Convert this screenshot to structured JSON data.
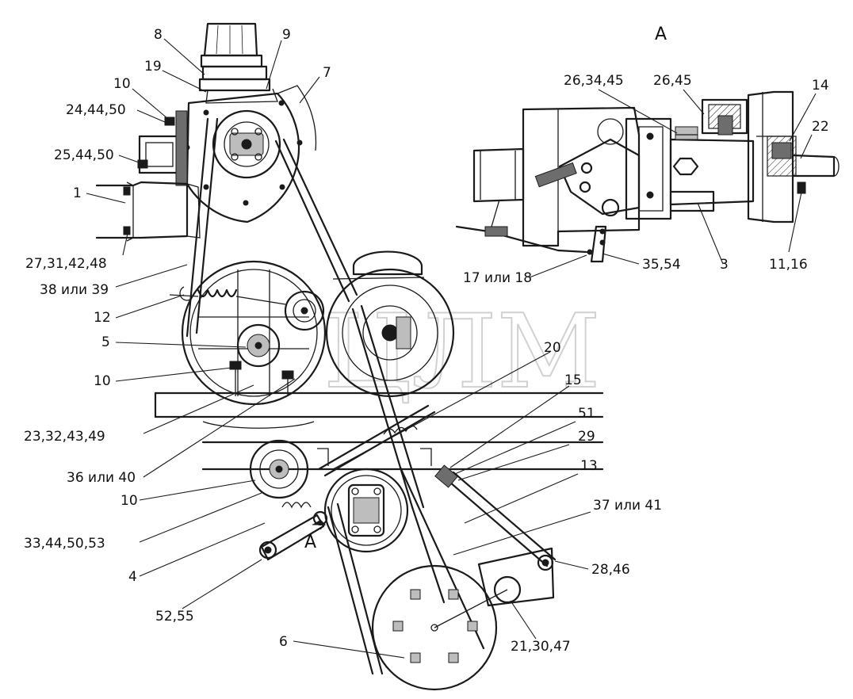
{
  "view_label": "А",
  "section_marker": "А",
  "watermark": "ЦЛМ",
  "callouts": [
    {
      "id": "c-8",
      "text": "8"
    },
    {
      "id": "c-9",
      "text": "9"
    },
    {
      "id": "c-19",
      "text": "19"
    },
    {
      "id": "c-10a",
      "text": "10"
    },
    {
      "id": "c-7",
      "text": "7"
    },
    {
      "id": "c-24-44-50",
      "text": "24,44,50"
    },
    {
      "id": "c-25-44-50",
      "text": "25,44,50"
    },
    {
      "id": "c-1",
      "text": "1"
    },
    {
      "id": "c-27-31-42-48",
      "text": "27,31,42,48"
    },
    {
      "id": "c-38-39",
      "text": "38 или 39"
    },
    {
      "id": "c-12",
      "text": "12"
    },
    {
      "id": "c-5",
      "text": "5"
    },
    {
      "id": "c-10b",
      "text": "10"
    },
    {
      "id": "c-20",
      "text": "20"
    },
    {
      "id": "c-15",
      "text": "15"
    },
    {
      "id": "c-23-32-43-49",
      "text": "23,32,43,49"
    },
    {
      "id": "c-51",
      "text": "51"
    },
    {
      "id": "c-29",
      "text": "29"
    },
    {
      "id": "c-13",
      "text": "13"
    },
    {
      "id": "c-36-40",
      "text": "36 или 40"
    },
    {
      "id": "c-37-41",
      "text": "37 или 41"
    },
    {
      "id": "c-10c",
      "text": "10"
    },
    {
      "id": "c-33-44-50-53",
      "text": "33,44,50,53"
    },
    {
      "id": "c-4",
      "text": "4"
    },
    {
      "id": "c-28-46",
      "text": "28,46"
    },
    {
      "id": "c-52-55",
      "text": "52,55"
    },
    {
      "id": "c-6",
      "text": "6"
    },
    {
      "id": "c-21-30-47",
      "text": "21,30,47"
    },
    {
      "id": "c-26-34-45",
      "text": "26,34,45"
    },
    {
      "id": "c-26-45",
      "text": "26,45"
    },
    {
      "id": "c-14",
      "text": "14"
    },
    {
      "id": "c-22",
      "text": "22"
    },
    {
      "id": "c-17-18",
      "text": "17 или 18"
    },
    {
      "id": "c-35-54",
      "text": "35,54"
    },
    {
      "id": "c-3",
      "text": "3"
    },
    {
      "id": "c-11-16",
      "text": "11,16"
    }
  ]
}
